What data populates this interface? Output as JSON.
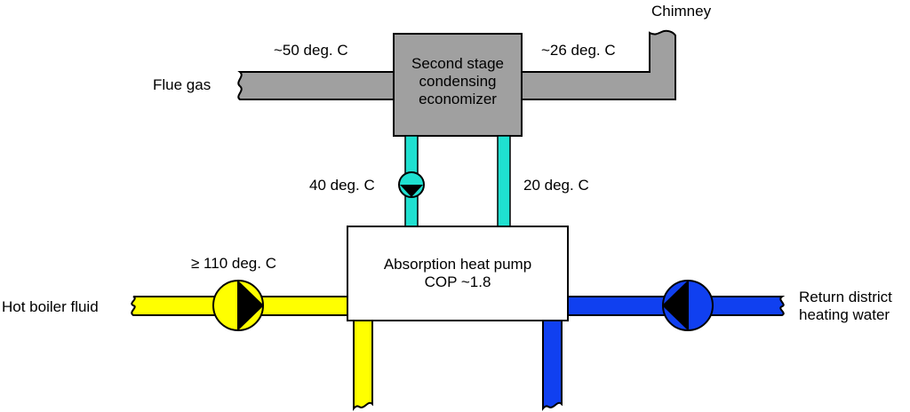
{
  "colors": {
    "flue_gas": "#a0a0a0",
    "economizer_loop": "#1fe0d0",
    "hot_boiler_fluid": "#ffff00",
    "return_water": "#1040f0",
    "heat_pump_box": "#ffffff",
    "outline": "#000000"
  },
  "labels": {
    "flue_gas": "Flue gas",
    "flue_in_temp": "~50 deg. C",
    "flue_out_temp": "~26 deg. C",
    "chimney": "Chimney",
    "economizer": [
      "Second stage",
      "condensing",
      "economizer"
    ],
    "loop_supply_temp": "40 deg. C",
    "loop_return_temp": "20 deg. C",
    "heat_pump": [
      "Absorption heat pump",
      "COP ~1.8"
    ],
    "hot_fluid_temp": "≥ 110 deg. C",
    "hot_boiler_fluid": "Hot boiler fluid",
    "return_water": [
      "Return district",
      "heating water"
    ]
  },
  "icons": {
    "pump": "pump-icon"
  }
}
